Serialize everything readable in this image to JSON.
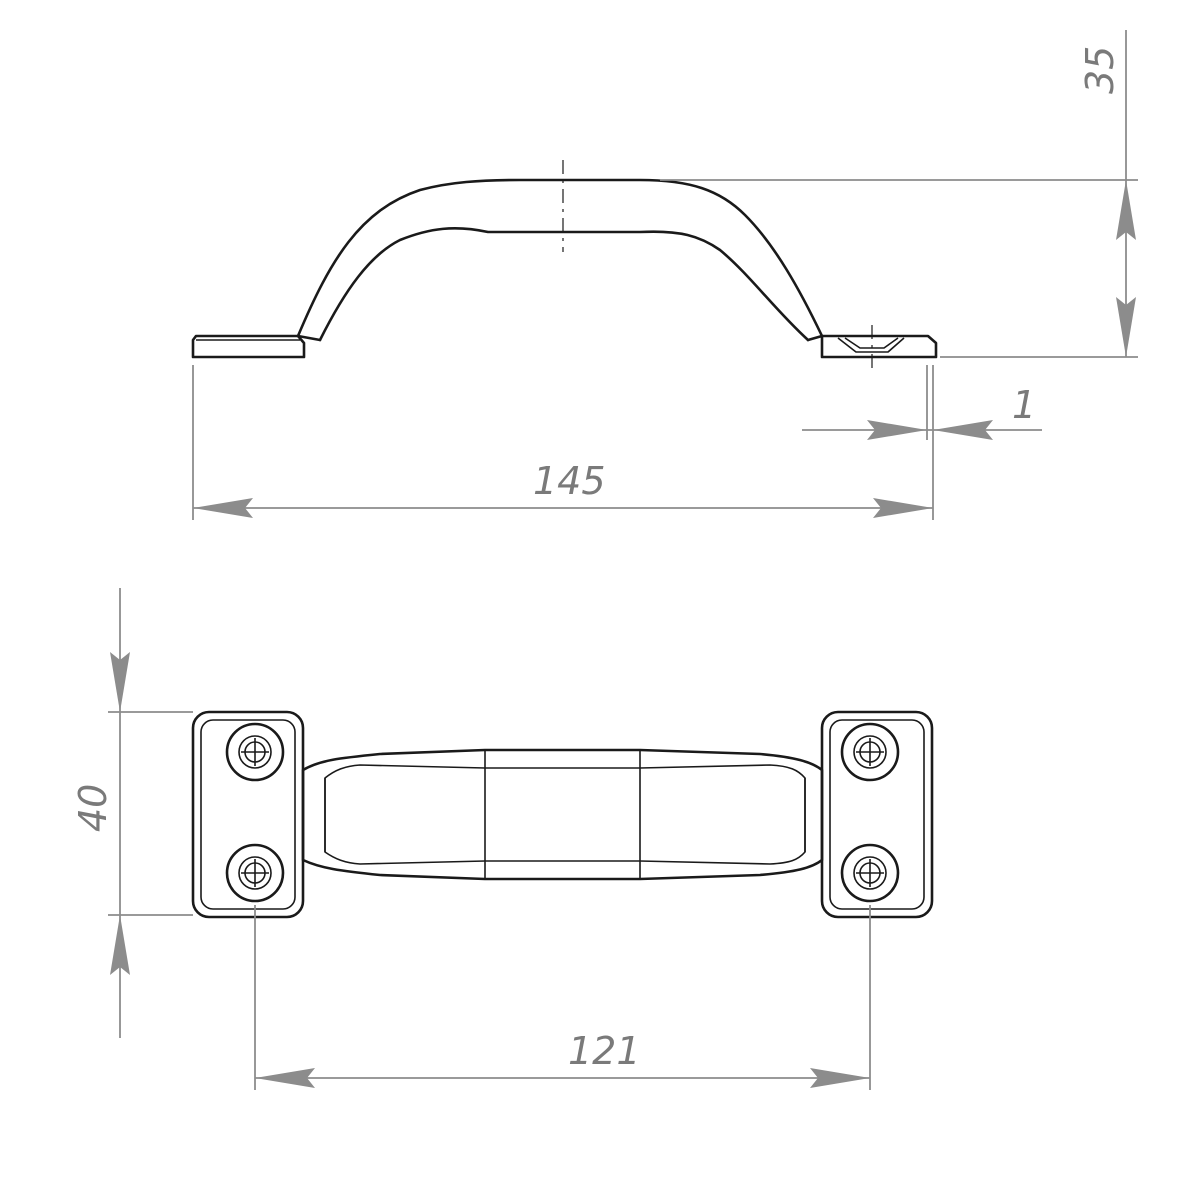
{
  "dimensions": {
    "height_side": "35",
    "flange_thickness": "1",
    "overall_length": "145",
    "width_top": "40",
    "hole_spacing": "121"
  },
  "colors": {
    "part_stroke": "#1a1a1a",
    "dimension_stroke": "#8c8c8c",
    "dimension_text": "#7a7a7a",
    "background": "#ffffff"
  }
}
